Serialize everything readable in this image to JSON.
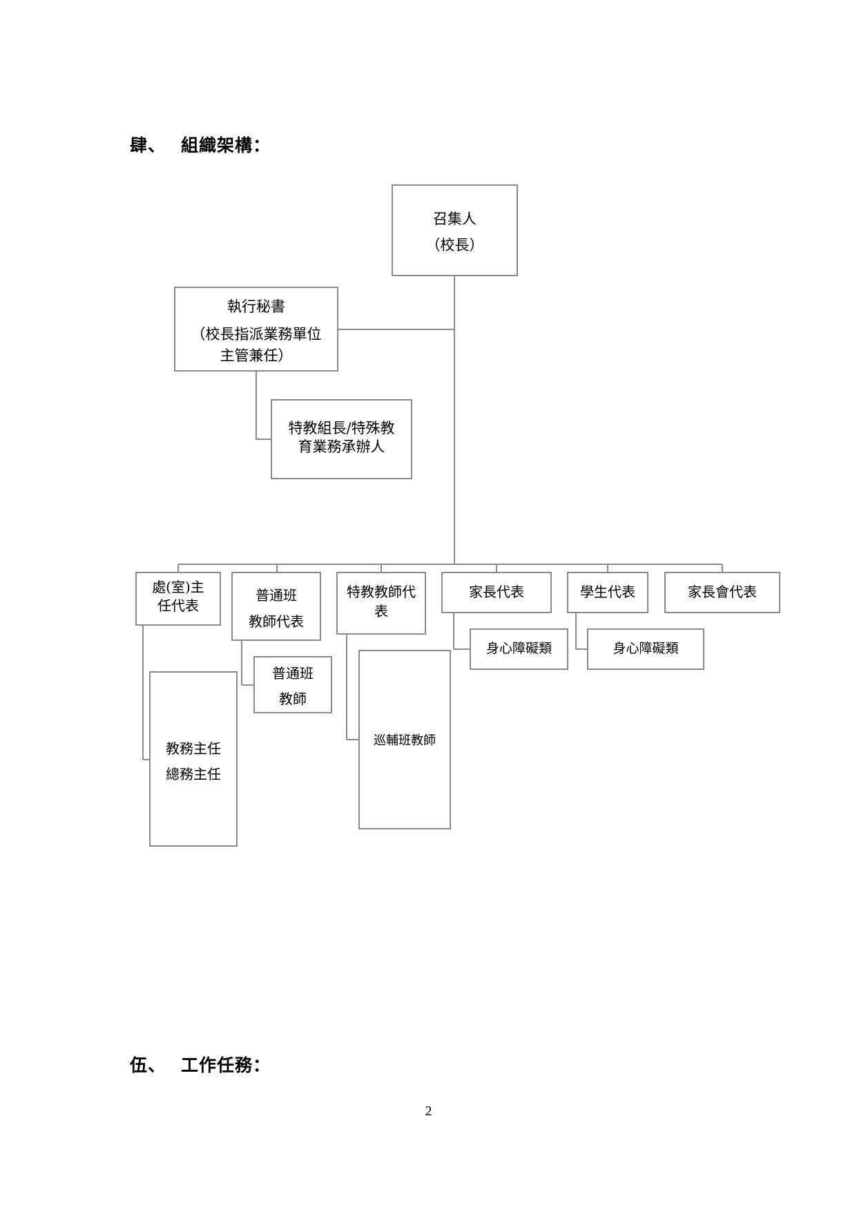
{
  "headings": [
    {
      "num": "肆、",
      "text": "組織架構："
    },
    {
      "num": "伍、",
      "text": "工作任務："
    }
  ],
  "page_number": "2",
  "org_chart": {
    "convener": {
      "lines": [
        "召集人",
        "（校長）"
      ]
    },
    "secretary": {
      "lines": [
        "執行秘書",
        "（校長指派業務單位",
        "主管兼任）"
      ]
    },
    "special_ed_lead": {
      "lines": [
        "特教組長/特殊教",
        "育業務承辦人"
      ]
    },
    "members": [
      {
        "lines": [
          "處(室)主",
          "任代表"
        ],
        "children": [
          {
            "lines": [
              "教務主任",
              "總務主任"
            ]
          }
        ]
      },
      {
        "lines": [
          "普通班",
          "教師代表"
        ],
        "children": [
          {
            "lines": [
              "普通班",
              "教師"
            ]
          }
        ]
      },
      {
        "lines": [
          "特教教師代",
          "表"
        ],
        "children": [
          {
            "lines": [
              "巡輔班教師"
            ]
          }
        ]
      },
      {
        "lines": [
          "家長代表"
        ],
        "children": [
          {
            "lines": [
              "身心障礙類"
            ]
          }
        ]
      },
      {
        "lines": [
          "學生代表"
        ],
        "children": [
          {
            "lines": [
              "身心障礙類"
            ]
          }
        ]
      },
      {
        "lines": [
          "家長會代表"
        ],
        "children": []
      }
    ]
  }
}
